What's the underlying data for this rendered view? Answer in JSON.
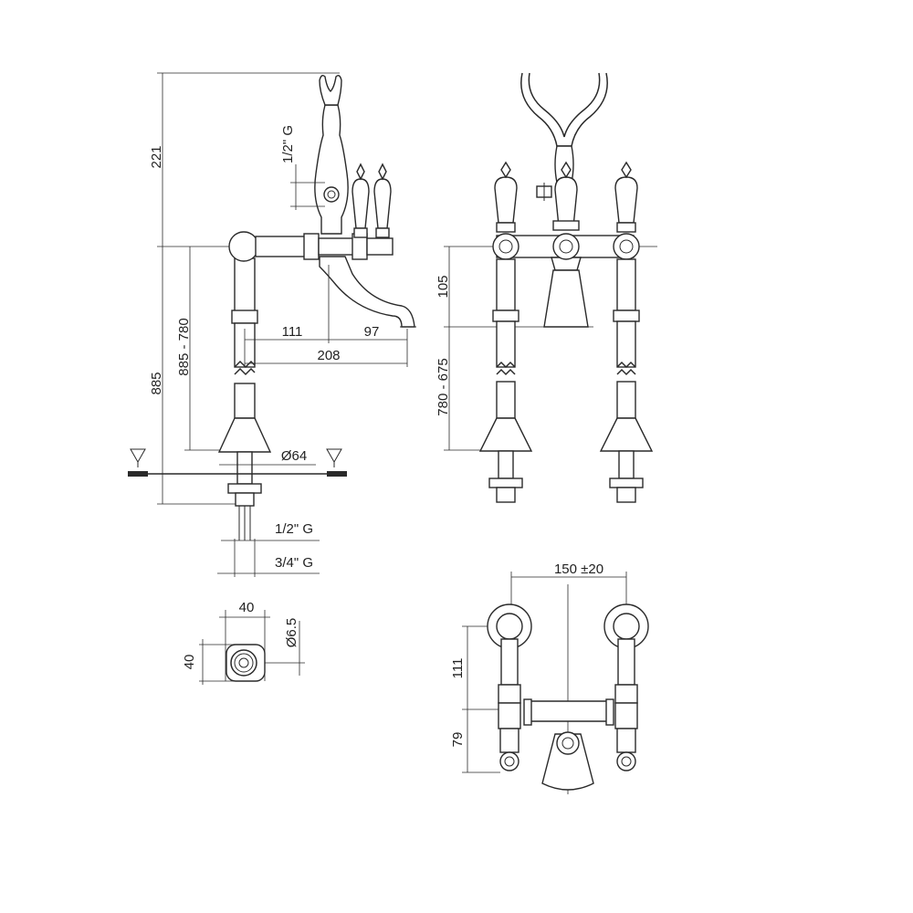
{
  "colors": {
    "line": "#2a2a2a",
    "background": "#ffffff"
  },
  "dimensions": {
    "side_view": {
      "total_height": "885",
      "top_height": "221",
      "adjustable_height": "885 - 780",
      "hose_thread": "1/2\" G",
      "spout_offset_a": "111",
      "spout_offset_b": "97",
      "spout_reach": "208",
      "base_diameter": "Ø64",
      "inlet_thread_inner": "1/2\" G",
      "inlet_thread_outer": "3/4\" G"
    },
    "front_view": {
      "body_height": "105",
      "adjustable_height": "780 - 675"
    },
    "bottom_detail": {
      "width": "40",
      "height": "40",
      "hole_diameter": "Ø6.5"
    },
    "top_view": {
      "centers": "150 ±20",
      "depth_a": "111",
      "depth_b": "79"
    }
  }
}
